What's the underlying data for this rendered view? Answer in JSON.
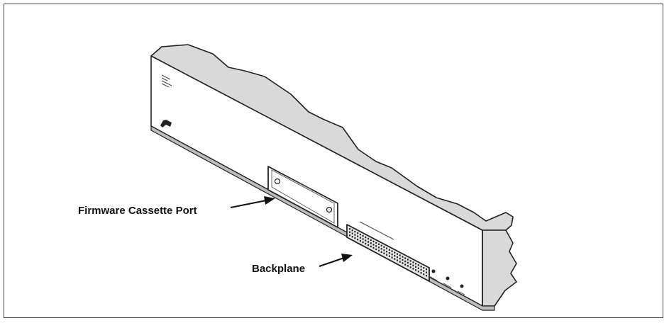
{
  "figure": {
    "callouts": [
      {
        "id": "firmware-cassette-port",
        "label": "Firmware Cassette Port"
      },
      {
        "id": "backplane",
        "label": "Backplane"
      }
    ]
  },
  "colors": {
    "outline": "#222222",
    "top_face": "#d9d9d9",
    "front_face": "#ffffff",
    "frame_border": "#444444"
  }
}
